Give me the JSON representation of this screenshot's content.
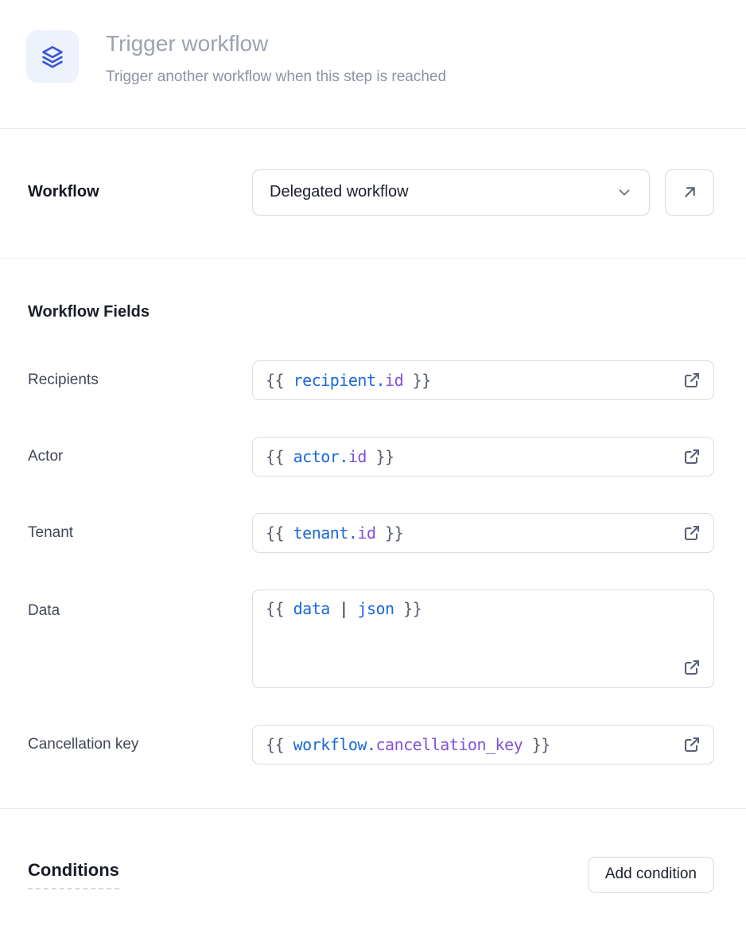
{
  "header": {
    "title": "Trigger workflow",
    "subtitle": "Trigger another workflow when this step is reached",
    "icon": "stack-icon"
  },
  "workflow": {
    "label": "Workflow",
    "selected_option": "Delegated workflow",
    "open_button_icon": "arrow-up-right-icon"
  },
  "fields": {
    "heading": "Workflow Fields",
    "rows": [
      {
        "label": "Recipients",
        "multiline": false,
        "tokens": [
          {
            "text": "{{ ",
            "type": "brace"
          },
          {
            "text": "recipient.",
            "type": "ident"
          },
          {
            "text": "id",
            "type": "prop"
          },
          {
            "text": " }}",
            "type": "brace"
          }
        ]
      },
      {
        "label": "Actor",
        "multiline": false,
        "tokens": [
          {
            "text": "{{ ",
            "type": "brace"
          },
          {
            "text": "actor.",
            "type": "ident"
          },
          {
            "text": "id",
            "type": "prop"
          },
          {
            "text": " }}",
            "type": "brace"
          }
        ]
      },
      {
        "label": "Tenant",
        "multiline": false,
        "tokens": [
          {
            "text": "{{ ",
            "type": "brace"
          },
          {
            "text": "tenant.",
            "type": "ident"
          },
          {
            "text": "id",
            "type": "prop"
          },
          {
            "text": " }}",
            "type": "brace"
          }
        ]
      },
      {
        "label": "Data",
        "multiline": true,
        "tokens": [
          {
            "text": "{{ ",
            "type": "brace"
          },
          {
            "text": "data",
            "type": "ident"
          },
          {
            "text": " ",
            "type": "brace"
          },
          {
            "text": "|",
            "type": "pipe"
          },
          {
            "text": " ",
            "type": "brace"
          },
          {
            "text": "json",
            "type": "ident"
          },
          {
            "text": " }}",
            "type": "brace"
          }
        ]
      },
      {
        "label": "Cancellation key",
        "multiline": false,
        "tokens": [
          {
            "text": "{{ ",
            "type": "brace"
          },
          {
            "text": "workflow.",
            "type": "ident"
          },
          {
            "text": "cancellation_key",
            "type": "prop"
          },
          {
            "text": " }}",
            "type": "brace"
          }
        ]
      }
    ]
  },
  "conditions": {
    "heading": "Conditions",
    "add_button_label": "Add condition"
  },
  "colors": {
    "accent_icon_blue": "#3a57d7",
    "icon_badge_bg": "#edf2fd",
    "code_brace": "#57606c",
    "code_identifier": "#1968db",
    "code_property": "#8250df",
    "code_pipe": "#24292f",
    "muted_title": "#9ca3af",
    "border": "#d5d9e0",
    "divider": "#e9ebee",
    "icon_gray": "#586174"
  }
}
